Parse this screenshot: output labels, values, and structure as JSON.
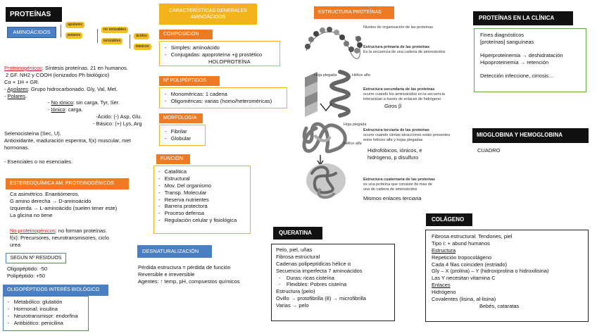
{
  "left": {
    "title": "PROTEÍNAS",
    "aminoacidos_label": "AMINOÁCIDOS",
    "pills": {
      "apolares": "apolares",
      "polares": "polares",
      "no_ionizables": "no ionizables",
      "ionizables": "ionizables",
      "acidos": "ácidos",
      "basicos": "básicos"
    },
    "proteinogenicos_label": "Proteinogénicos",
    "proteinogenicos_text": ": Síntesis proteínas. 21 en humanos.",
    "lines1": [
      "2 GF. NH2 y COOH (ionizados Ph biológico)",
      "Cα + 1H + GR."
    ],
    "apolares_prefix": "- ",
    "apolares_label": "Apolares",
    "apolares_text": ": Grupo hidrocarbonado. Gly, Val, Met.",
    "polares_prefix": "- ",
    "polares_label": "Polares",
    "polares_text": ".",
    "no_ionico_prefix": "- ",
    "no_ionico_label": "No iónico",
    "no_ionico_text": ": sin carga. Tyr, Ser.",
    "ionico_prefix": "- ",
    "ionico_label": "Iónico",
    "ionico_text": ": carga.",
    "acido": "-Ácido: (-) Asp, Glu.",
    "basico": "- Básico: (+) Lys, Arg",
    "seleno": "Selenocisteína (Sec, U).",
    "antiox": "Antioxidante, maduración esperma, f(x) muscular, met",
    "hormonas": "hormonas.",
    "esenciales": "- Esenciales o no esenciales.",
    "estereo_header": "ESTEREOQUÍMICA AM. PROTEINOGÉNICOS",
    "estereo_lines": [
      "Cα asimétrico. Enantiómeros.",
      "G amino derecha → D-aminoácido",
      "Izquierda → L-aminoácido (suelen tener este)",
      "La glicina no tiene"
    ],
    "no_proteino_label": "No proteinogénicos",
    "no_proteino_text": ": no forman proteínas.",
    "no_proteino_line2": "f(x): Precursores, neurotransmisores, ciclo",
    "no_proteino_line3": "urea",
    "residuos_header": "SEGÚN Nº RESIDUOS",
    "oligopeptido": "Oligopéptido: -50",
    "polipeptido": "Polipéptido: +50",
    "oligo_header": "OLIGOPÉPTIDOS INTERÉS BIOLÓGICO",
    "oligo_items": [
      "Metabólico: glutatión",
      "Hormonal: insulina",
      "Neurotransmisor: endorfina",
      "Antibiótico: penicilina"
    ]
  },
  "middle": {
    "header": "CARACTERÍSTICAS GENERALES AMINOÁCIDOS",
    "composicion_header": "COMPOSICIÓN",
    "composicion_items": [
      "Simples: aminoácido",
      "Conjugadas: apoproteína +g prostético"
    ],
    "holoproteina": "HOLOPROTEÍNA",
    "polipeptidos_header": "Nº POLIPÉPTIDOS",
    "polipeptidos_items": [
      "Monoméricas: 1 cadena",
      "Oligoméricas: varias (homo/heteroméricas)"
    ],
    "morfologia_header": "MORFOLOGÍA",
    "morfologia_items": [
      "Fibrilar",
      "Globular"
    ],
    "funcion_header": "FUNCIÓN",
    "funcion_items": [
      "Catalítica",
      "Estructural",
      "Mov. Del organismo",
      "Transp. Molecular",
      "Reserva nutrientes",
      "Barrera protectora",
      "Proceso defensa",
      "Regulación celular y fisiológica"
    ],
    "desnat_header": "DESNATURALIZACIÓN",
    "desnat_lines": [
      "Pérdida estructura = pérdida de función",
      "Reversible e irreversible",
      "Agentes: ↑ temp, pH, compuestos químicos"
    ]
  },
  "estructura": {
    "header": "ESTRUCTURA PROTEÍNAS",
    "niveles": "Niveles de organización de las proteínas",
    "primaria_title": "Estructura primaria de las proteínas",
    "primaria_desc": "Es la secuencia de una cadena de aminoácidos",
    "hoja_plegada": "Hoja plegada",
    "helice_alfa": "Hélice alfa",
    "secundaria_title": "Estructura secundaria de las proteínas",
    "secundaria_desc1": "ocurre cuando los aminoácidos en la secuencia",
    "secundaria_desc2": "interactúan a través de enlaces de hidrógeno",
    "giros": "Giros β",
    "hoja_plegada2": "Hoja plegada",
    "terciaria_title": "Estructura terciaria de las proteínas",
    "terciaria_desc1": "ocurre cuando ciertas atracciones están presentes",
    "terciaria_desc2": "entre hélices alfa y hojas plegadas",
    "helice_alfa2": "Hélice alfa",
    "terciaria_note1": "Hidrofóbicos, iónicos, e",
    "terciaria_note2": "hidrógeno, p disulfuro",
    "cuaternaria_title": "Estructura cuaternaria de las proteínas",
    "cuaternaria_desc1": "es una proteína que consiste de más de",
    "cuaternaria_desc2": "una de cadena de aminoácidos",
    "mismos": "Mismos enlaces terciaria"
  },
  "queratina": {
    "header": "QUERATINA",
    "lines": [
      "Pelo, piel, uñas",
      "Fibrosa estructural",
      "Cadenas polipeptídicas hélice α",
      "Secuencia imperfecta 7 aminoácidos"
    ],
    "items": [
      "Duras: ricas cisteína",
      "Flexibles: Pobres cisteína"
    ],
    "lines2": [
      "Estructura (pelo)",
      "Ovillo → protofibrilla (8) → microfibrilla",
      "Varias → pelo"
    ]
  },
  "clinica": {
    "header": "PROTEÍNAS EN LA CLÍNICA",
    "lines": [
      "Fines diagnósticos",
      "[proteínas] sanguíneas",
      "",
      "Hiperproteinemia → deshidratación",
      "Hipoproteinemia → retención",
      "",
      "Detección infeccione, cirrosis…"
    ],
    "mioglobina_header": "MIOGLOBINA Y HEMOGLOBINA",
    "cuadro": "CUADRO"
  },
  "colageno": {
    "header": "COLÁGENO",
    "line1": "Fibrosa estructural. Tendones, piel",
    "line2": "Tipo I: + abund humanos",
    "estructura_label": "Estructura",
    "est_lines": [
      "Repetición tropocolágeno",
      "Cada 4 filas coinciden (estriado)",
      "Gly – X (prolina) – Y (hidroxiprolina o hidroxilisina)",
      "Las Y necesitan vitamina C"
    ],
    "enlaces_label": "Enlaces",
    "enl_lines": [
      "Hidrógeno",
      "Covalentes (lisina, al-lisina)"
    ],
    "cataratas": "Bebés, cataratas"
  },
  "colors": {
    "orange": "#ee7b24",
    "blue": "#4a7fc3",
    "gold": "#f3b31b",
    "green": "#63a843",
    "red": "#d4161c"
  }
}
